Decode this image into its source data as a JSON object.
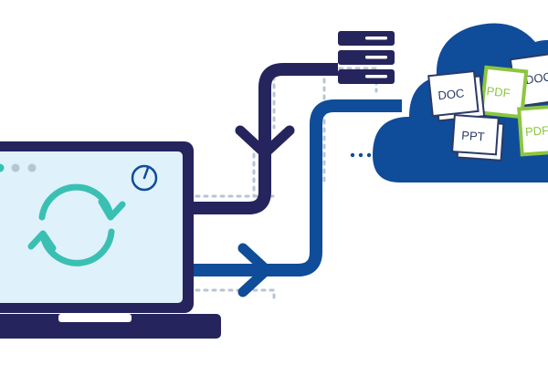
{
  "illustration": {
    "laptop": {
      "window_dots": 3,
      "screen_icon": "sync-icon",
      "corner_icon": "clock-icon"
    },
    "server": {
      "icon": "server-icon",
      "rack_units": 3
    },
    "flows": {
      "download_arrow_icon": "arrow-down-icon",
      "upload_arrow_icon": "arrow-right-icon"
    },
    "cloud": {
      "icon": "cloud-icon",
      "documents": [
        {
          "label": "DOC"
        },
        {
          "label": "DOC"
        },
        {
          "label": "PDF"
        },
        {
          "label": "PPT"
        },
        {
          "label": "PDF"
        }
      ]
    }
  },
  "colors": {
    "navy": "#25245c",
    "blue": "#0f4c99",
    "screen": "#dff1fb",
    "teal": "#39c0b3",
    "green": "#8cc63f",
    "dots": "#b7c5d3",
    "doc_border": "#2b3a67",
    "white": "#ffffff"
  }
}
